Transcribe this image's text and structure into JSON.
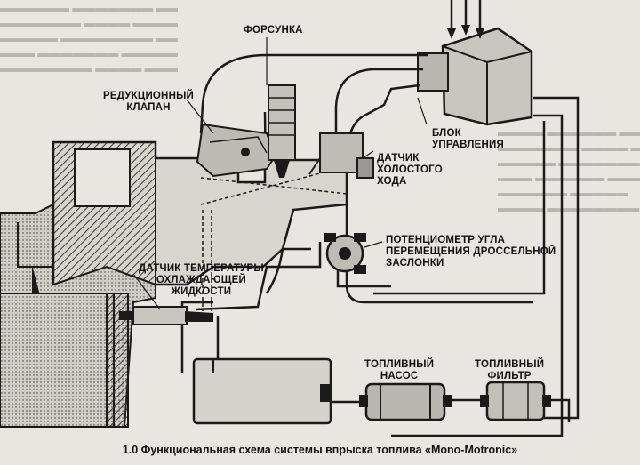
{
  "labels": {
    "injector": "ФОРСУНКА",
    "pressure_regulator": "РЕДУКЦИОННЫЙ\nКЛАПАН",
    "control_unit": "БЛОК\nУПРАВЛЕНИЯ",
    "idle_sensor": "ДАТЧИК\nХОЛОСТОГО\nХОДА",
    "throttle_pot": "ПОТЕНЦИОМЕТР УГЛА\nПЕРЕМЕЩЕНИЯ ДРОССЕЛЬНОЙ\nЗАСЛОНКИ",
    "coolant_sensor": "ДАТЧИК ТЕМПЕРАТУРЫ\nОХЛАЖДАЮЩЕЙ\nЖИДКОСТИ",
    "fuel_pump": "ТОПЛИВНЫЙ\nНАСОС",
    "fuel_filter": "ТОПЛИВНЫЙ\nФИЛЬТР"
  },
  "caption": "1.0 Функциональная схема системы впрыска топлива «Mono-Motronic»",
  "colors": {
    "ink": "#1a1a1a",
    "paper": "#e9e6e1",
    "shade": "#8f8b86"
  }
}
